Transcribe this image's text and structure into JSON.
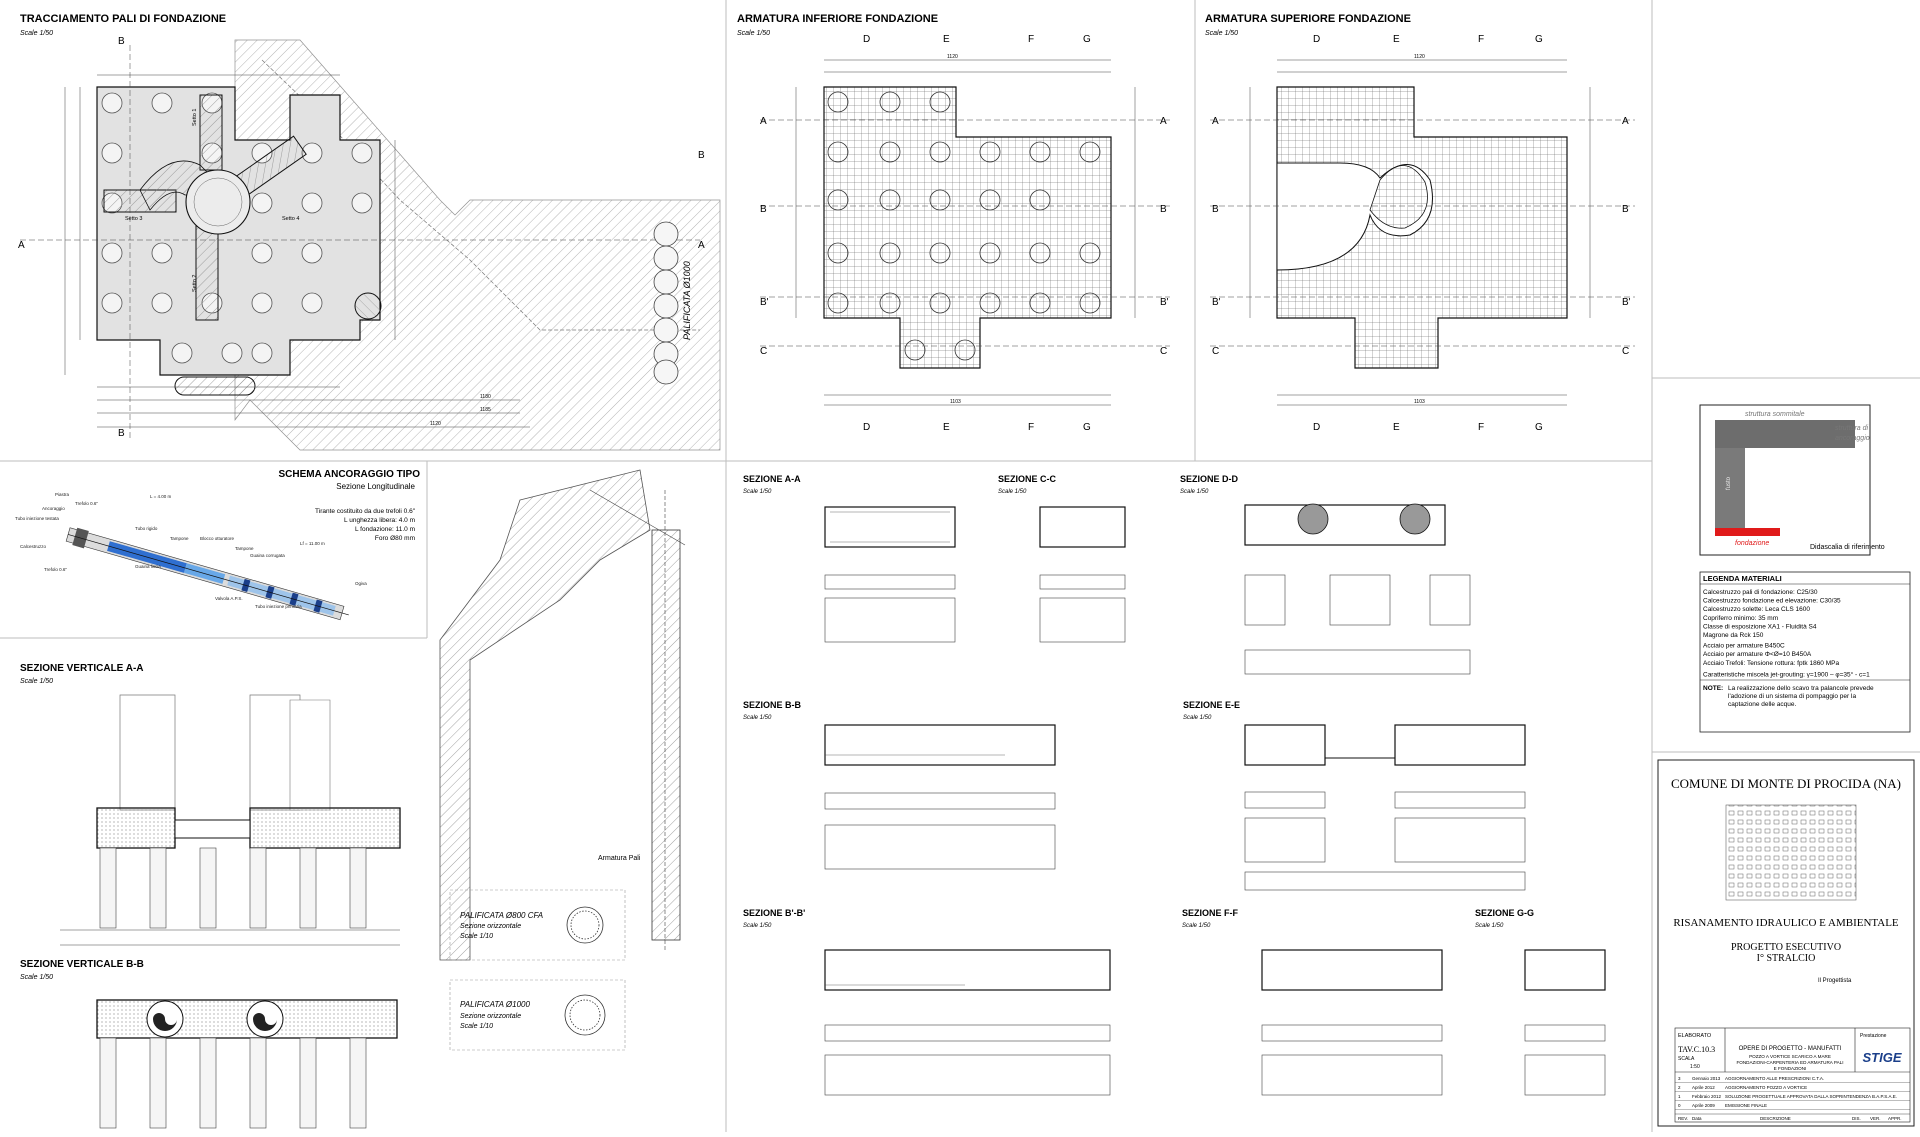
{
  "views": {
    "tracciamento": {
      "title": "TRACCIAMENTO PALI DI FONDAZIONE",
      "scale": "Scale 1/50"
    },
    "arm_inf": {
      "title": "ARMATURA INFERIORE FONDAZIONE",
      "scale": "Scale 1/50"
    },
    "arm_sup": {
      "title": "ARMATURA SUPERIORE FONDAZIONE",
      "scale": "Scale 1/50"
    },
    "schema": {
      "title": "SCHEMA ANCORAGGIO TIPO",
      "subtitle": "Sezione Longitudinale"
    },
    "vert_aa": {
      "title": "SEZIONE VERTICALE A-A",
      "scale": "Scale 1/50"
    },
    "vert_bb": {
      "title": "SEZIONE VERTICALE B-B",
      "scale": "Scale 1/50"
    },
    "sez_aa": {
      "title": "SEZIONE A-A",
      "scale": "Scale 1/50"
    },
    "sez_cc": {
      "title": "SEZIONE C-C",
      "scale": "Scale 1/50"
    },
    "sez_dd": {
      "title": "SEZIONE D-D",
      "scale": "Scale 1/50"
    },
    "sez_bb": {
      "title": "SEZIONE B-B",
      "scale": "Scale 1/50"
    },
    "sez_ee": {
      "title": "SEZIONE E-E",
      "scale": "Scale 1/50"
    },
    "sez_bpbp": {
      "title": "SEZIONE B'-B'",
      "scale": "Scale 1/50"
    },
    "sez_ff": {
      "title": "SEZIONE F-F",
      "scale": "Scale 1/50"
    },
    "sez_gg": {
      "title": "SEZIONE G-G",
      "scale": "Scale 1/50"
    }
  },
  "plan_labels": {
    "setto1": "Setto 1",
    "setto2": "Setto 2",
    "setto3": "Setto 3",
    "setto4": "Setto 4",
    "palificata": "PALIFICATA Ø1000",
    "dim_1180": "1180",
    "dim_1185": "1185",
    "dim_1120": "1120",
    "dim_1103": "1103"
  },
  "markers": {
    "A": "A",
    "B": "B",
    "Bp": "B'",
    "C": "C",
    "D": "D",
    "E": "E",
    "F": "F",
    "G": "G"
  },
  "anchor_notes": {
    "line1": "Tirante costituito da due trefoli 0.6\"",
    "line2": "L unghezza libera: 4.0 m",
    "line3": "L fondazione: 11.0 m",
    "line4": "Foro Ø80 mm"
  },
  "anchor_parts": {
    "piastra": "Piastra",
    "ancoraggio": "Ancoraggio",
    "tubo_iniezione": "Tubo iniezione testata",
    "calcestruzzo": "Calcestruzzo",
    "trefolo": "Trefolo 0.6\"",
    "guaina": "Guaina liscia",
    "tubo_rigido": "Tubo rigido",
    "tampone": "Tampone",
    "blocco": "Blocco otturatore",
    "guaina_corrugata": "Guaina corrugata",
    "ogiva": "Ogiva",
    "valvola": "Valvola A.P.S.",
    "tubo_iniezione_prim": "Tubo iniezione primaria",
    "la_label": "L = 4.00 m",
    "lf_label": "Lf = 11.00 m"
  },
  "misc": {
    "armatura_pali": "Armatura Pali"
  },
  "sections_small": {
    "p800_l1": "PALIFICATA Ø800 CFA",
    "p800_l2": "Sezione orizzontale",
    "p800_l3": "Scale 1/10",
    "p1000_l1": "PALIFICATA Ø1000",
    "p1000_l2": "Sezione orizzontale",
    "p1000_l3": "Scale 1/10"
  },
  "sketch": {
    "top": "struttura sommitale",
    "right1": "struttura di",
    "right2": "ancoraggio",
    "fondazione": "fondazione",
    "caption": "Didascalia di riferimento",
    "fusto": "fusto"
  },
  "legend": {
    "title": "LEGENDA MATERIALI",
    "items": [
      "Calcestruzzo pali di fondazione: C25/30",
      "Calcestruzzo fondazione ed elevazione: C30/35",
      "Calcestruzzo solette: Leca CLS 1600",
      "Copriferro minimo: 35 mm",
      "Classe di esposizione XA1 - Fluidità S4",
      "Magrone da Rck 150",
      "Acciaio per armature B450C",
      "Acciaio per armature Φ<Ø=10 B450A",
      "Acciaio Trefoli: Tensione rottura: fptk 1860 MPa",
      "Caratteristiche miscela jet-grouting:  γ=1900 – φ=35° - c=1"
    ],
    "note_label": "NOTE:",
    "note_text": "La realizzazione dello scavo tra palancole prevede l'adozione di un sistema di pompaggio per la captazione delle acque."
  },
  "title_block": {
    "comune": "COMUNE DI MONTE DI PROCIDA (NA)",
    "progetto": "RISANAMENTO IDRAULICO E AMBIENTALE",
    "fase1": "PROGETTO ESECUTIVO",
    "fase2": "I° STRALCIO",
    "progettista": "Il Progettista",
    "elaborato_label": "ELABORATO",
    "elaborato": "TAV.C.10.3",
    "scala_label": "SCALA",
    "scala": "1:50",
    "opere": "OPERE DI PROGETTO - MANUFATTI",
    "descr1": "POZZO A VORTICE SCARICO A MARE",
    "descr2": "FONDAZIONI-CARPENTERIA ED ARMATURA PALI",
    "descr3": "E FONDAZIONI",
    "prestazione": "Prestazione",
    "logo": "STIGE",
    "revisions": [
      {
        "rev": "3",
        "date": "Gennaio 2013",
        "desc": "AGGIORNAMENTO ALLE PRESCRIZIONI C.T.A."
      },
      {
        "rev": "2",
        "date": "Aprile 2012",
        "desc": "AGGIORNAMENTO POZZO A VORTICE"
      },
      {
        "rev": "1",
        "date": "Febbraio 2012",
        "desc": "SOLUZIONE PROGETTUALE APPROVATA DALLA SOPRINTENDENZA B.A.P.S.A.E."
      },
      {
        "rev": "0",
        "date": "Aprile 2009",
        "desc": "EMISSIONE FINALE"
      }
    ],
    "headers": {
      "rev": "REV.",
      "date": "Data",
      "desc": "DESCRIZIONE",
      "dis": "DIS.",
      "ver": "VER.",
      "app": "APPR."
    }
  }
}
